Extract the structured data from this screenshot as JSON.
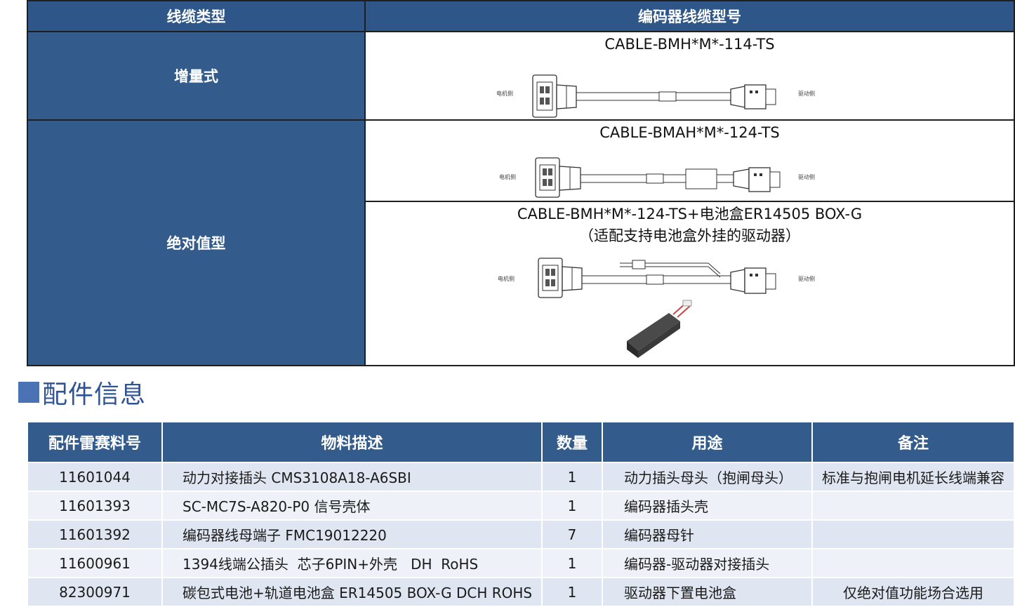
{
  "cable_table": {
    "headers": {
      "type": "线缆类型",
      "model": "编码器线缆型号"
    },
    "rows": [
      {
        "type": "增量式",
        "models": [
          {
            "title": "CABLE-BMH*M*-114-TS",
            "subtitle": "",
            "motor_side": "电机侧",
            "drive_side": "驱动侧"
          }
        ]
      },
      {
        "type": "绝对值型",
        "models": [
          {
            "title": "CABLE-BMAH*M*-124-TS",
            "subtitle": "",
            "motor_side": "电机侧",
            "drive_side": "驱动侧"
          },
          {
            "title": "CABLE-BMH*M*-124-TS+电池盒ER14505 BOX-G",
            "subtitle": "（适配支持电池盒外挂的驱动器）",
            "motor_side": "电机侧",
            "drive_side": "驱动侧"
          }
        ]
      }
    ]
  },
  "section": {
    "title": "配件信息"
  },
  "parts_table": {
    "headers": [
      "配件雷赛料号",
      "物料描述",
      "数量",
      "用途",
      "备注"
    ],
    "rows": [
      [
        "11601044",
        "动力对接插头 CMS3108A18-A6SBI",
        "1",
        "动力插头母头（抱闸母头）",
        "标准与抱闸电机延长线端兼容"
      ],
      [
        "11601393",
        "SC-MC7S-A820-P0 信号壳体",
        "1",
        "编码器插头壳",
        ""
      ],
      [
        "11601392",
        "编码器线母端子 FMC19012220",
        "7",
        "编码器母针",
        ""
      ],
      [
        "11600961",
        "1394线端公插头  芯子6PIN+外壳   DH  RoHS",
        "1",
        "编码器-驱动器对接插头",
        ""
      ],
      [
        "82300971",
        "碳包式电池+轨道电池盒 ER14505 BOX-G DCH ROHS",
        "1",
        "驱动器下置电池盒",
        "仅绝对值功能场合选用"
      ]
    ]
  },
  "colors": {
    "header_blue": "#2e5688",
    "section_blue": "#2f5496",
    "row_odd": "#dfe6f1",
    "row_even": "#eef2f8"
  }
}
